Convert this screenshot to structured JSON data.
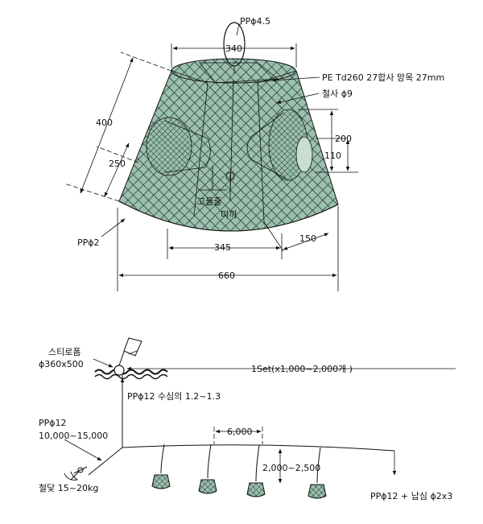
{
  "trap": {
    "labels": {
      "top_rope": "PPɸ4.5",
      "top_width": "340",
      "net_spec": "PE Td260 27합사 망목 27mm",
      "frame_wire": "철사 ɸ9",
      "height_total": "400",
      "height_mid": "250",
      "entrance_height": "200",
      "entrance_inner": "110",
      "bait_label_1": "고물줄",
      "bait_label_2": "미끼",
      "bottom_rope": "PPɸ2",
      "bottom_inner": "345",
      "bottom_side": "150",
      "bottom_width": "660"
    },
    "colors": {
      "mesh_fill": "#9dbfae",
      "mesh_line": "#1b3d2e"
    }
  },
  "longline": {
    "labels": {
      "buoy": "스티로폼",
      "buoy_size": "ɸ360x500",
      "set_note": "1Set(x1,000~2,000개 )",
      "buoy_line": "PPɸ12   수심의 1.2~1.3",
      "main_rope": "PPɸ12",
      "main_rope_len": "10,000~15,000",
      "spacing": "6,000",
      "branch_len": "2,000~2,500",
      "anchor": "철닻 15~20kg",
      "ground_line": "PPɸ12 + 납심 ɸ2x3"
    },
    "trap_count": 4
  }
}
